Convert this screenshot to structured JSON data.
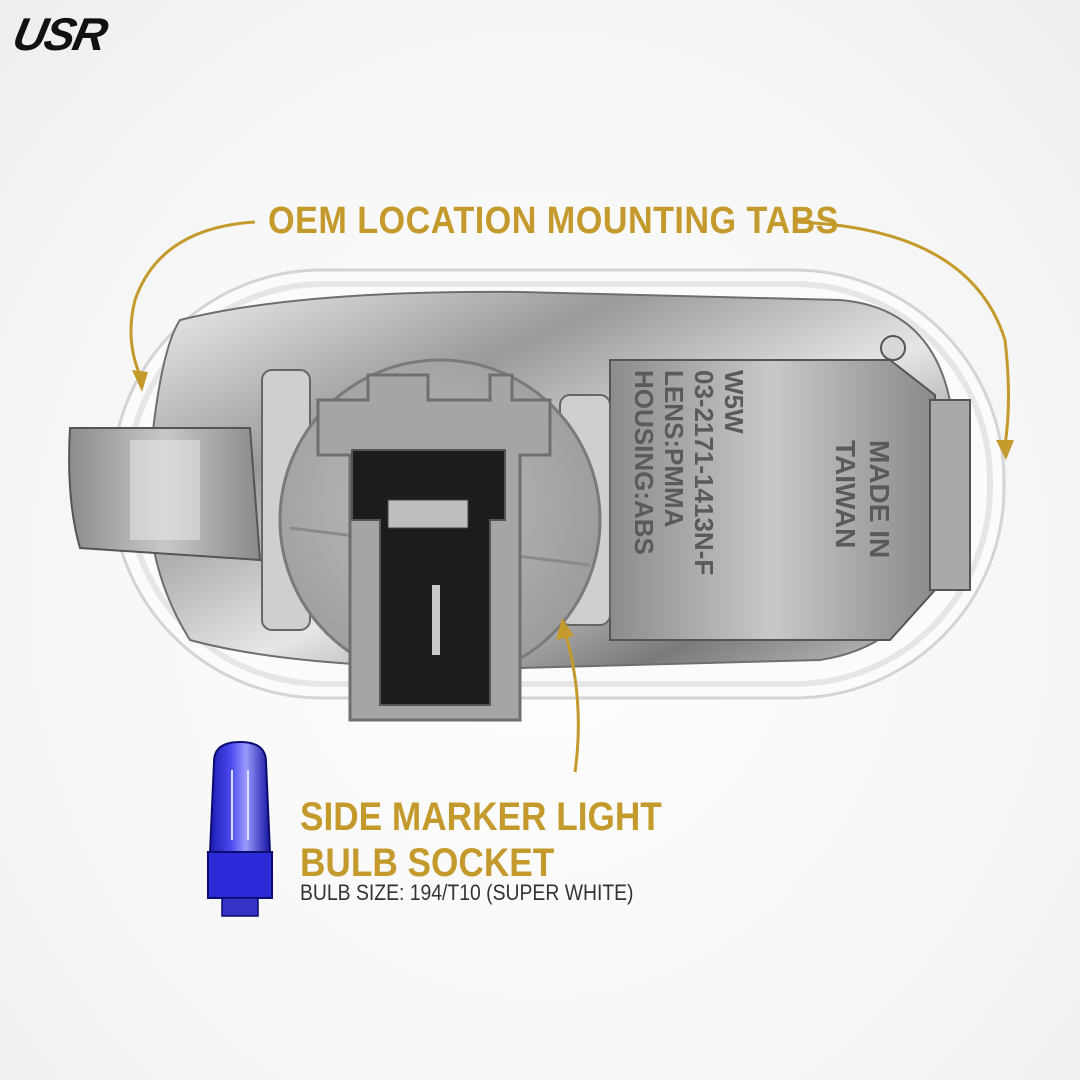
{
  "brand": {
    "logo_text": "USR"
  },
  "callouts": {
    "mounting_tabs": "OEM LOCATION MOUNTING TABS",
    "socket_line1": "SIDE MARKER LIGHT",
    "socket_line2": "BULB SOCKET",
    "bulb_size": "BULB SIZE: 194/T10 (SUPER WHITE)"
  },
  "embossed_text": {
    "line1": "W5W",
    "line2": "03-2171-1413N-F",
    "line3": "LENS:PMMA",
    "line4": "HOUSING:ABS",
    "made_in_1": "MADE IN",
    "made_in_2": "TAIWAN"
  },
  "colors": {
    "accent_gold": "#c49a2c",
    "bulb_blue": "#2a2ad8",
    "socket_gray": "#9a9a9a",
    "chrome": "#b8b8b8"
  }
}
